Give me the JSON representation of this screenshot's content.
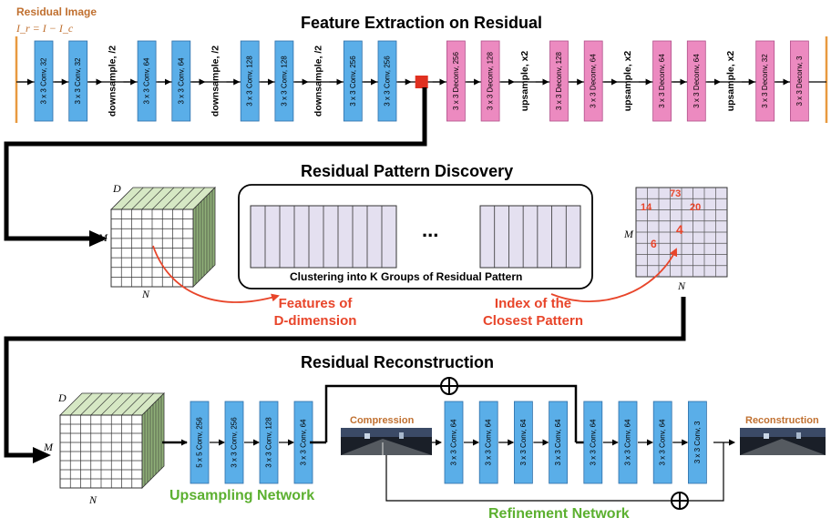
{
  "sections": {
    "extraction_title": "Feature Extraction on Residual",
    "discovery_title": "Residual Pattern Discovery",
    "reconstruction_title": "Residual Reconstruction"
  },
  "residual_input": {
    "label": "Residual Image",
    "formula": "I_r = I − I_c"
  },
  "extraction_layers": [
    {
      "text": "3 x 3 Conv, 32",
      "kind": "conv"
    },
    {
      "text": "3 x 3 Conv, 32",
      "kind": "conv"
    },
    {
      "text": "downsample, /2",
      "kind": "op"
    },
    {
      "text": "3 x 3 Conv, 64",
      "kind": "conv"
    },
    {
      "text": "3 x 3 Conv, 64",
      "kind": "conv"
    },
    {
      "text": "downsample, /2",
      "kind": "op"
    },
    {
      "text": "3 x 3 Conv, 128",
      "kind": "conv"
    },
    {
      "text": "3 x 3 Conv, 128",
      "kind": "conv"
    },
    {
      "text": "downsample, /2",
      "kind": "op"
    },
    {
      "text": "3 x 3 Conv, 256",
      "kind": "conv"
    },
    {
      "text": "3 x 3 Conv, 256",
      "kind": "conv"
    },
    {
      "text": "",
      "kind": "marker"
    },
    {
      "text": "3 x 3 Deconv, 256",
      "kind": "deconv"
    },
    {
      "text": "3 x 3 Deconv, 128",
      "kind": "deconv"
    },
    {
      "text": "upsample, x2",
      "kind": "op"
    },
    {
      "text": "3 x 3 Deconv, 128",
      "kind": "deconv"
    },
    {
      "text": "3 x 3 Deconv, 64",
      "kind": "deconv"
    },
    {
      "text": "upsample, x2",
      "kind": "op"
    },
    {
      "text": "3 x 3 Deconv, 64",
      "kind": "deconv"
    },
    {
      "text": "3 x 3 Deconv, 64",
      "kind": "deconv"
    },
    {
      "text": "upsample, x2",
      "kind": "op"
    },
    {
      "text": "3 x 3 Deconv, 32",
      "kind": "deconv"
    },
    {
      "text": "3 x 3 Deconv, 3",
      "kind": "deconv"
    }
  ],
  "discovery": {
    "cube_labels": {
      "d": "D",
      "m": "M",
      "n": "N"
    },
    "ellipsis": "...",
    "clustering_label": "Clustering into K Groups of Residual Pattern",
    "features_label_line1": "Features of",
    "features_label_line2": "D-dimension",
    "index_label_line1": "Index of the",
    "index_label_line2": "Closest Pattern",
    "index_grid_values": [
      "73",
      "14",
      "20",
      "6",
      "4"
    ],
    "grid_labels": {
      "m": "M",
      "n": "N"
    }
  },
  "reconstruction": {
    "cube_labels": {
      "d": "D",
      "m": "M",
      "n": "N"
    },
    "upsampling_layers": [
      "5 x 5 Conv, 256",
      "3 x 3 Conv, 256",
      "3 x 3 Conv, 128",
      "3 x 3 Conv, 64"
    ],
    "upsampling_label": "Upsampling Network",
    "compression_label": "Compression",
    "refinement_layers": [
      "3 x 3 Conv, 64",
      "3 x 3 Conv, 64",
      "3 x 3 Conv, 64",
      "3 x 3 Conv, 64",
      "3 x 3 Conv, 64",
      "3 x 3 Conv, 64",
      "3 x 3 Conv, 64",
      "3 x 3 Conv, 3"
    ],
    "refinement_label": "Refinement Network",
    "reconstruction_label": "Reconstruction",
    "plus_symbol": "⊕"
  },
  "colors": {
    "conv_fill": "#5aaee8",
    "deconv_fill": "#ec8ac0",
    "marker_fill": "#e03020",
    "orange": "#e89a40",
    "red_text": "#e8452a",
    "green_text": "#5cb030",
    "pattern_fill": "#e4e0f0"
  }
}
